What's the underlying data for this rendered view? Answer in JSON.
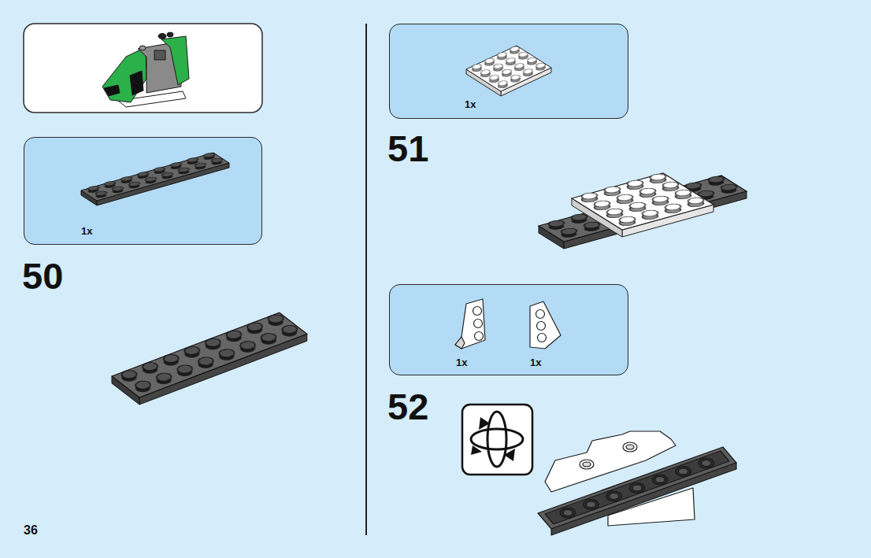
{
  "diagram": {
    "nodes": [
      {
        "text": [
          "1x"
        ]
      },
      {
        "text": [
          "1x"
        ]
      },
      {
        "text": [
          "1x",
          "1x"
        ]
      }
    ],
    "labels": [
      "50",
      "51",
      "52",
      "36"
    ]
  }
}
